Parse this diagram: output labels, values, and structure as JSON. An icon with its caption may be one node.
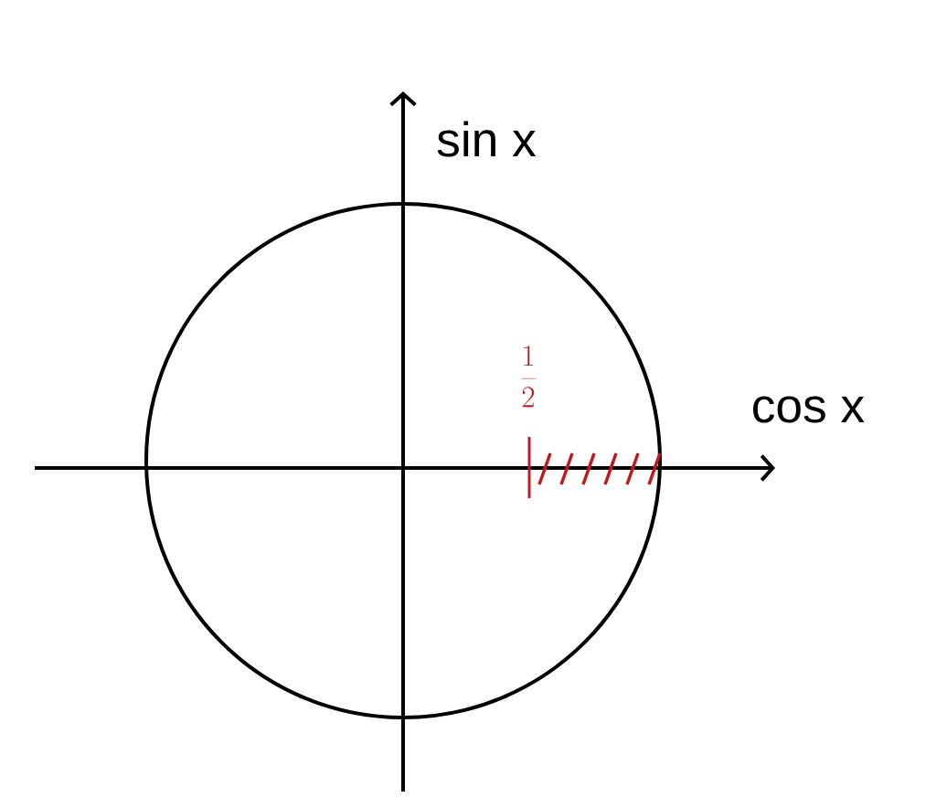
{
  "diagram": {
    "labels": [
      "sin x",
      "cos x",
      "\\frac{1}{2}"
    ]
  }
}
